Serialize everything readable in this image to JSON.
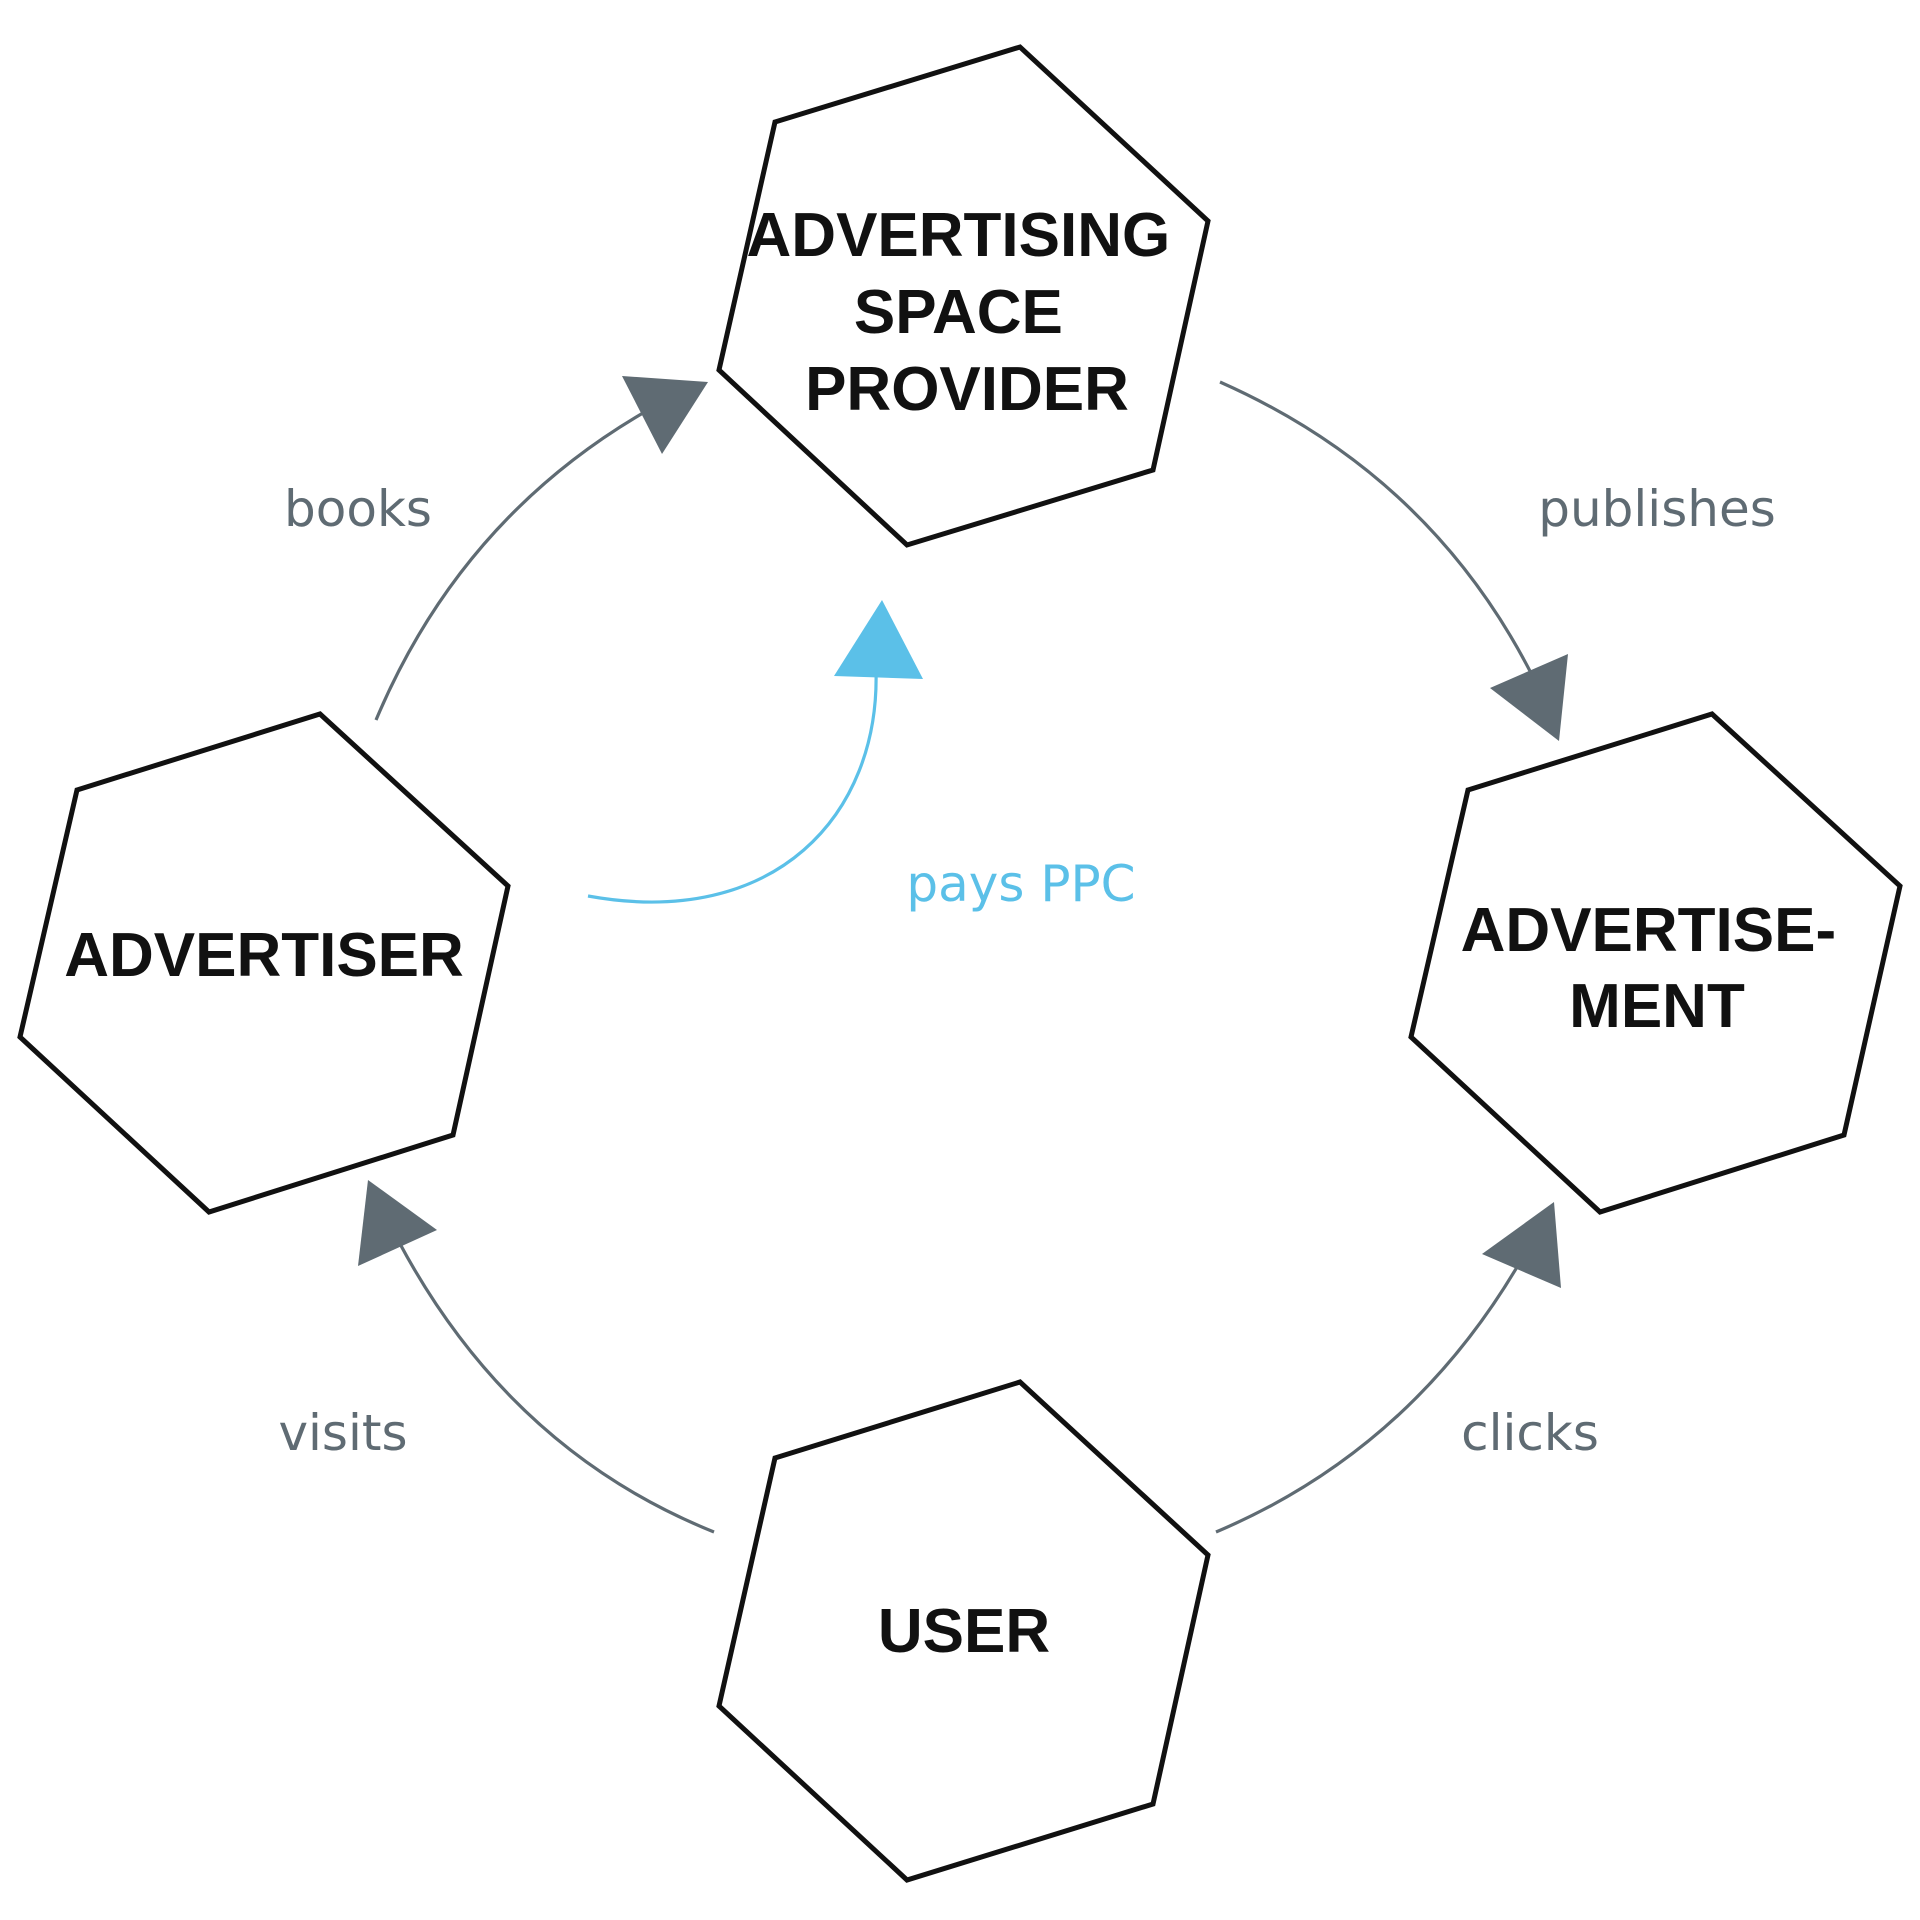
{
  "colors": {
    "node_stroke": "#111111",
    "node_text": "#111111",
    "flow": "#5f6b73",
    "payment": "#5bc0e8"
  },
  "nodes": {
    "provider": {
      "lines": [
        "ADVERTISING",
        "SPACE",
        "PROVIDER"
      ]
    },
    "advertiser": {
      "lines": [
        "ADVERTISER"
      ]
    },
    "advertisement": {
      "lines": [
        "ADVERTISE-",
        "MENT"
      ]
    },
    "user": {
      "lines": [
        "USER"
      ]
    }
  },
  "edges": {
    "books": {
      "label": "books",
      "from": "ADVERTISER",
      "to": "ADVERTISING SPACE PROVIDER"
    },
    "publishes": {
      "label": "publishes",
      "from": "ADVERTISING SPACE PROVIDER",
      "to": "ADVERTISEMENT"
    },
    "clicks": {
      "label": "clicks",
      "from": "USER",
      "to": "ADVERTISEMENT"
    },
    "visits": {
      "label": "visits",
      "from": "USER",
      "to": "ADVERTISER"
    },
    "pays": {
      "label": "pays PPC",
      "from": "ADVERTISER",
      "to": "ADVERTISING SPACE PROVIDER"
    }
  }
}
